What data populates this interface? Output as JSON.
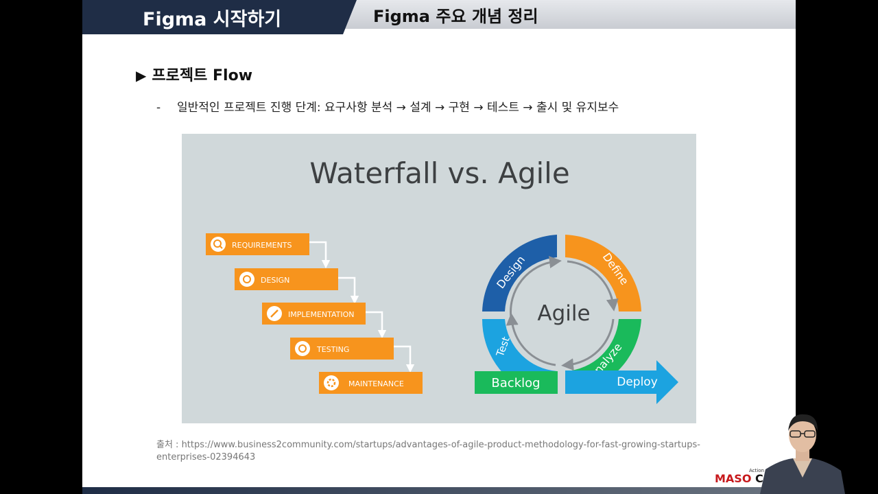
{
  "header": {
    "left_title": "Figma 시작하기",
    "right_title": "Figma 주요 개념 정리"
  },
  "section": {
    "marker": "▶",
    "title": "프로젝트 Flow"
  },
  "bullet": {
    "dash": "-",
    "text": "일반적인 프로젝트 진행 단계: 요구사항 분석 → 설계 → 구현 → 테스트 → 출시 및 유지보수"
  },
  "diagram": {
    "title": "Waterfall vs. Agile",
    "waterfall_steps": [
      {
        "label": "REQUIREMENTS",
        "icon": "magnifier-icon"
      },
      {
        "label": "DESIGN",
        "icon": "target-icon"
      },
      {
        "label": "IMPLEMENTATION",
        "icon": "rocket-icon"
      },
      {
        "label": "TESTING",
        "icon": "gear-check-icon"
      },
      {
        "label": "MAINTENANCE",
        "icon": "gear-icon"
      }
    ],
    "agile": {
      "center": "Agile",
      "segments": [
        "Design",
        "Define",
        "Analyze",
        "Test"
      ],
      "backlog": "Backlog",
      "deploy": "Deploy"
    },
    "colors": {
      "background": "#d0d8da",
      "orange": "#f7941d",
      "blue_dark": "#1e5fa8",
      "blue_light": "#1ca3e0",
      "green": "#1aba5b"
    }
  },
  "source": {
    "text": "출처 : https://www.business2community.com/startups/advantages-of-agile-product-methodology-for-fast-growing-startups-enterprises-02394643"
  },
  "logo": {
    "main": "MASO ",
    "accent": "CA",
    "sub": "Action"
  }
}
